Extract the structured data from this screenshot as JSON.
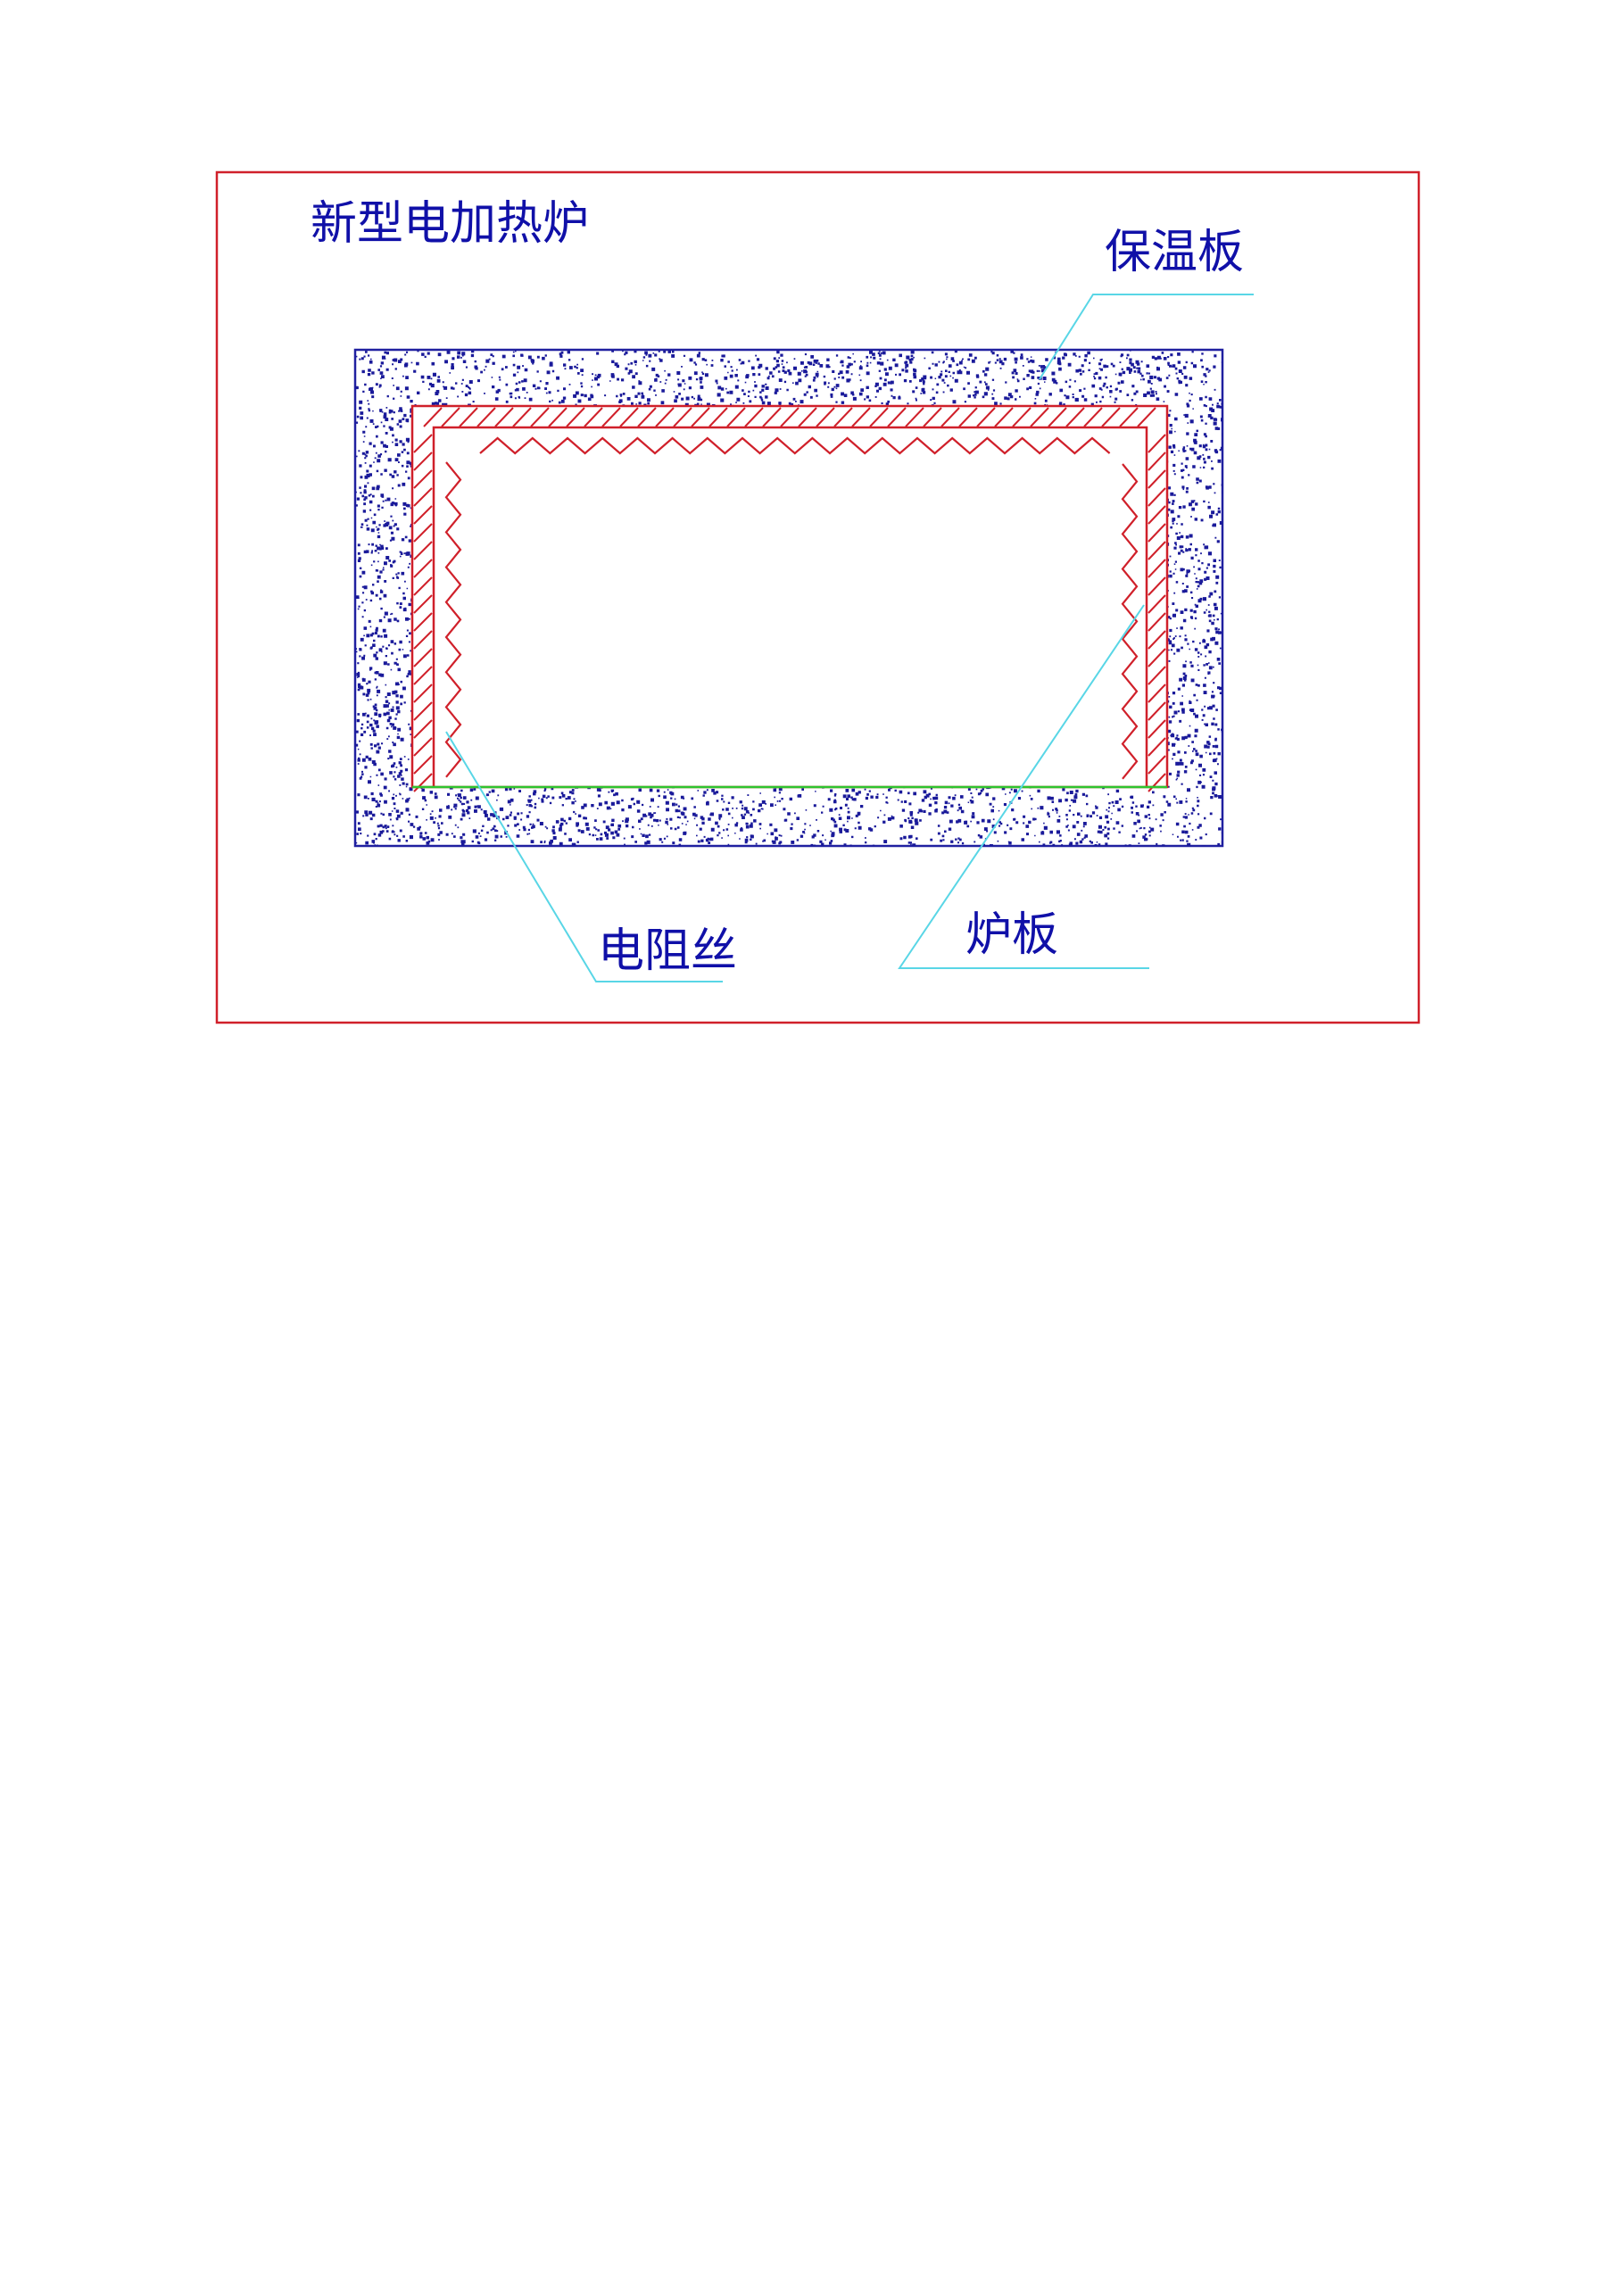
{
  "title": "新型电加热炉",
  "labels": {
    "insulation_board": "保温板",
    "resistance_wire": "电阻丝",
    "furnace_plate": "炉板"
  },
  "colors": {
    "frame": "#d0202a",
    "insulation_fill": "#1a1a9a",
    "insulation_outline": "#2020a0",
    "furnace_plate": "#d0202a",
    "resistance_wire": "#d0202a",
    "leader_line": "#59d6e6",
    "bottom_line": "#2ec42e",
    "text": "#1010a8"
  }
}
